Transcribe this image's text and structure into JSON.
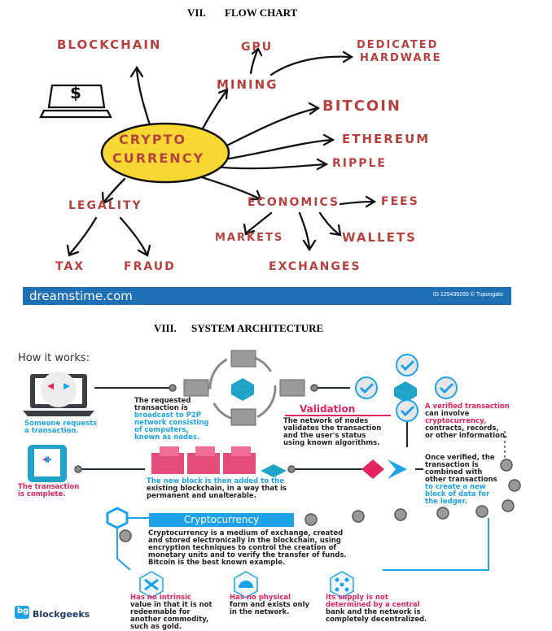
{
  "headings": {
    "vii_num": "VII.",
    "vii_title": "FLOW CHART",
    "viii_num": "VIII.",
    "viii_title": "SYSTEM ARCHITECTURE"
  },
  "flowchart": {
    "center": [
      "CRYPTO",
      "CURRENCY"
    ],
    "blockchain": "BLOCKCHAIN",
    "gpu": "GPU",
    "dedicated": [
      "DEDICATED",
      "HARDWARE"
    ],
    "mining": "MINING",
    "bitcoin": "BITCOIN",
    "ethereum": "ETHEREUM",
    "ripple": "RIPPLE",
    "legality": "LEGALITY",
    "economics": "ECONOMICS",
    "fees": "FEES",
    "markets": "MARKETS",
    "wallets": "WALLETS",
    "exchanges": "EXCHANGES",
    "tax": "TAX",
    "fraud": "FRAUD",
    "laptop_symbol": "$",
    "watermark_logo": "dreamstime.com",
    "watermark_id": "ID 125439265 © Tupungato"
  },
  "architecture": {
    "how_it_works": "How it works:",
    "step1": [
      "Someone requests",
      "a transaction."
    ],
    "step2": [
      "The requested",
      "transaction is",
      "broadcast to P2P",
      "network consisting",
      "of computers,",
      "known as nodes."
    ],
    "validation": "Validation",
    "step3": [
      "The network of nodes",
      "validates the transaction",
      "and the user's status",
      "using known algorithms."
    ],
    "step4": [
      "A verified transaction",
      "can involve",
      "cryptocurrency,",
      "contracts, records,",
      "or other information."
    ],
    "step5": [
      "Once verified, the",
      "transaction is",
      "combined with",
      "other transactions",
      "to create a new",
      "block of data for",
      "the ledger."
    ],
    "step6": [
      "The new block is then added to the",
      "existing blockchain, in a way that is",
      "permanent and unalterable."
    ],
    "step7": [
      "The transaction",
      "is complete."
    ],
    "cc_title": "Cryptocurrency",
    "cc_desc": [
      "Cryptocurrency is a medium of exchange, created",
      "and stored electronically in the blockchain, using",
      "encryption techniques to control the creation of",
      "monetary units and to verify the transfer of funds.",
      "Bitcoin is the best known example."
    ],
    "f1": [
      "Has no intrinsic",
      "value in that it is not",
      "redeemable for",
      "another commodity,",
      "such as gold."
    ],
    "f2": [
      "Has no physical",
      "form and exists only",
      "in the network."
    ],
    "f3": [
      "Its supply is not",
      "determined by a central",
      "bank and the network is",
      "completely decentralized."
    ],
    "brand": "Blockgeeks",
    "brand_mark": "bg"
  },
  "colors": {
    "ink": "#b5423f",
    "yellow": "#f7d731",
    "blue": "#1fa3e8",
    "pink": "#e3245e",
    "teal": "#1fa3c8",
    "gray": "#8a8a8a"
  }
}
